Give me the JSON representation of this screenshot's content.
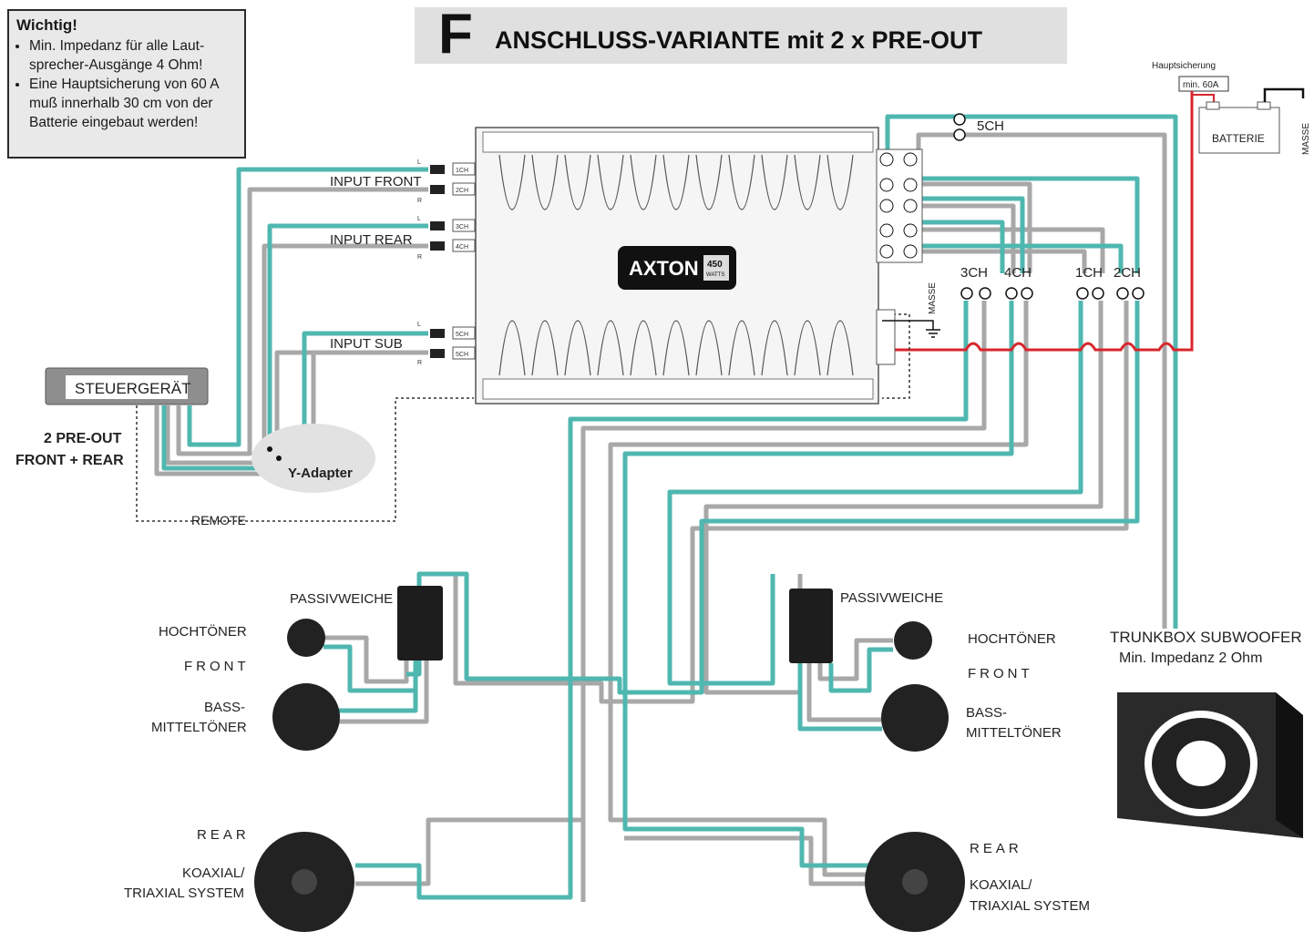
{
  "note": {
    "title": "Wichtig!",
    "items": [
      "Min. Impedanz für alle Laut-sprecher-Ausgänge 4 Ohm!",
      "Eine Hauptsicherung von 60 A muß innerhalb 30 cm von der Batterie eingebaut werden!"
    ]
  },
  "title": {
    "letter": "F",
    "text": "ANSCHLUSS-VARIANTE mit 2 x PRE-OUT"
  },
  "amp": {
    "brand": "AXTON",
    "watts": "450",
    "watts_unit": "WATTS",
    "input_labels": {
      "front": "INPUT FRONT",
      "rear": "INPUT REAR",
      "sub": "INPUT SUB"
    },
    "channels": [
      "1CH",
      "2CH",
      "3CH",
      "4CH",
      "5CH",
      "5CH"
    ],
    "rca_lr": {
      "l": "L",
      "r": "R"
    },
    "ground_label": "MASSE"
  },
  "outputs": {
    "ch5": "5CH",
    "ch3": "3CH",
    "ch4": "4CH",
    "ch1": "1CH",
    "ch2": "2CH"
  },
  "fuse": {
    "label": "Hauptsicherung",
    "rating": "min. 60A"
  },
  "battery": {
    "label": "BATTERIE",
    "ground": "MASSE"
  },
  "head_unit": {
    "label": "STEUERGERÄT",
    "pre_out": [
      "2 PRE-OUT",
      "FRONT + REAR"
    ]
  },
  "y_adapter": "Y-Adapter",
  "remote": "REMOTE",
  "front_left": {
    "crossover": "PASSIVWEICHE",
    "tweeter": "HOCHTÖNER",
    "position": "FRONT",
    "woofer": [
      "BASS-",
      "MITTELTÖNER"
    ]
  },
  "front_right": {
    "crossover": "PASSIVWEICHE",
    "tweeter": "HOCHTÖNER",
    "position": "FRONT",
    "woofer": [
      "BASS-",
      "MITTELTÖNER"
    ]
  },
  "rear_left": {
    "position": "REAR",
    "system": [
      "KOAXIAL/",
      "TRIAXIAL SYSTEM"
    ]
  },
  "rear_right": {
    "position": "REAR",
    "system": [
      "KOAXIAL/",
      "TRIAXIAL SYSTEM"
    ]
  },
  "subwoofer": {
    "label": "TRUNKBOX SUBWOOFER",
    "impedance": "Min. Impedanz 2 Ohm"
  },
  "colors": {
    "teal": "#4fb7b0",
    "gray": "#a8a8a8",
    "red": "#d8262c",
    "dark": "#222222",
    "panel": "#e0e0e0"
  }
}
